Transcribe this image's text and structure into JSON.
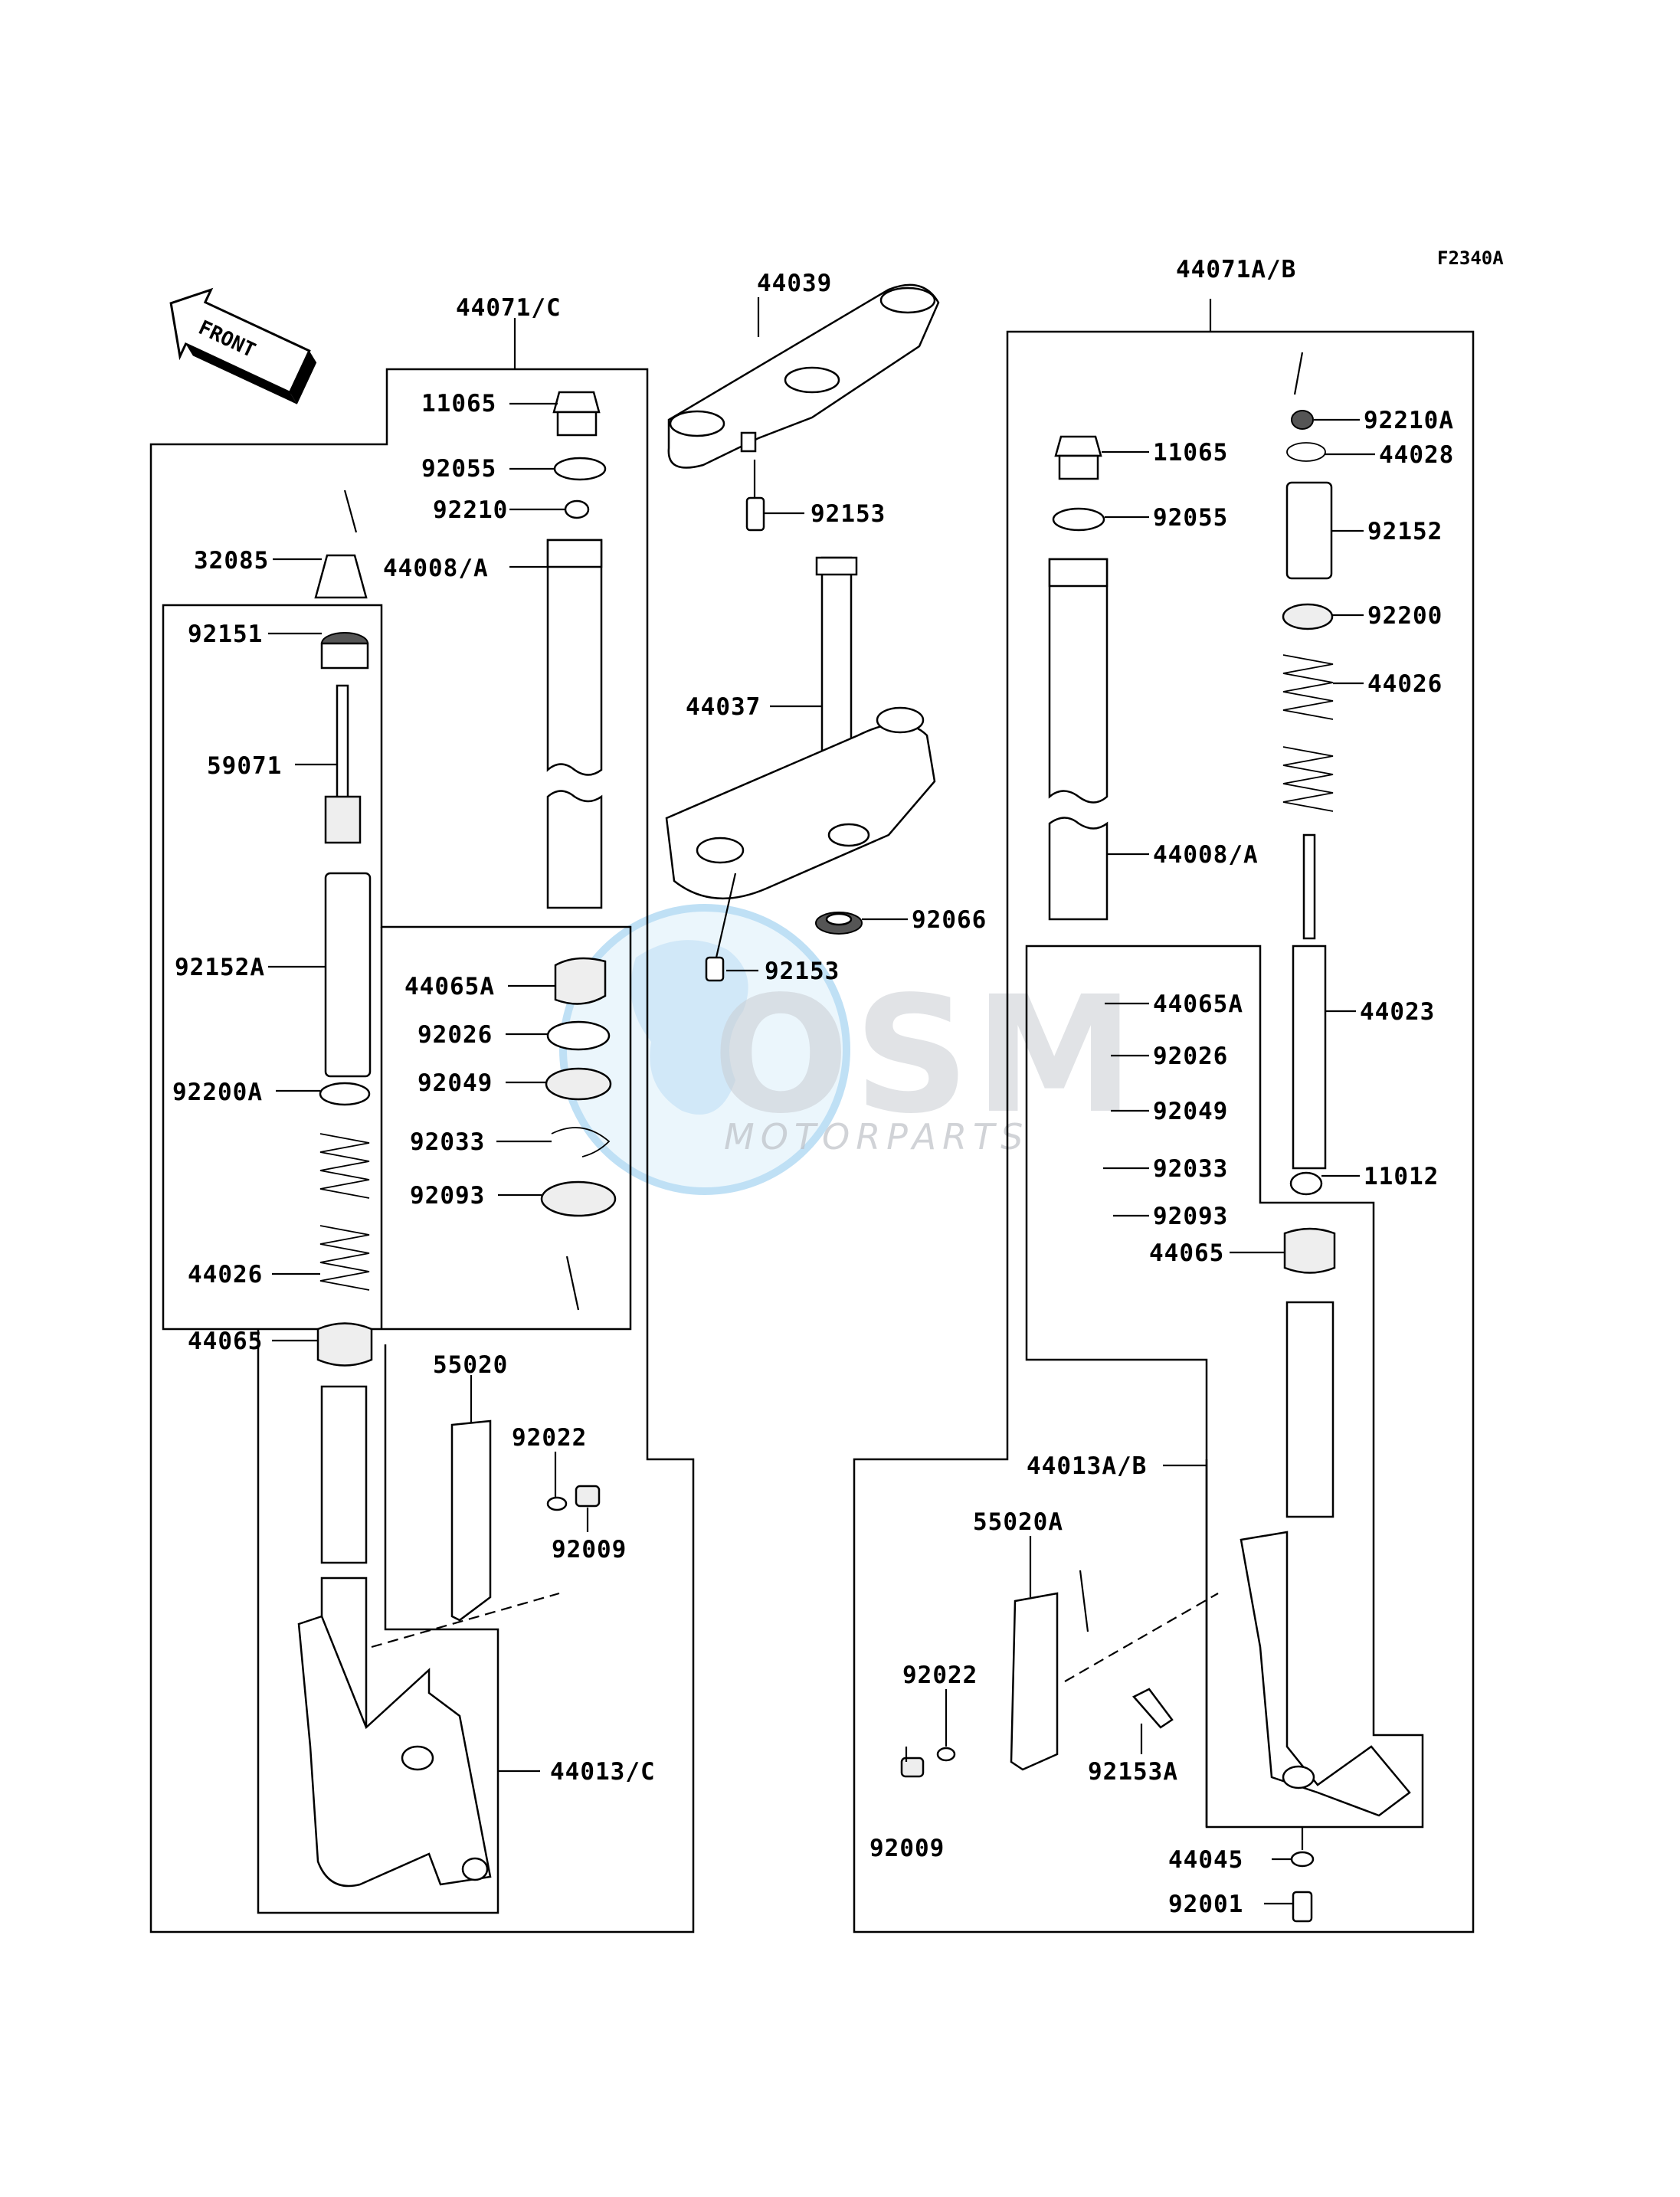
{
  "diagram": {
    "code": "F2340A",
    "front_label": "FRONT",
    "watermark": {
      "logo": "OSM",
      "sub": "MOTORPARTS"
    }
  },
  "labels": {
    "l44071C": "44071/C",
    "l44039": "44039",
    "l44071AB": "44071A/B",
    "l11065L": "11065",
    "l92055L": "92055",
    "l92210": "92210",
    "l32085": "32085",
    "l44008AL": "44008/A",
    "l92151": "92151",
    "l59071": "59071",
    "l92152A": "92152A",
    "l92200A": "92200A",
    "l44026L": "44026",
    "l44065L": "44065",
    "l44065AL": "44065A",
    "l92026L": "92026",
    "l92049L": "92049",
    "l92033L": "92033",
    "l92093L": "92093",
    "l55020": "55020",
    "l92022L": "92022",
    "l92009L": "92009",
    "l44013C": "44013/C",
    "l92153top": "92153",
    "l44037": "44037",
    "l92066": "92066",
    "l92153mid": "92153",
    "l92210A": "92210A",
    "l44028": "44028",
    "l11065R": "11065",
    "l92055R": "92055",
    "l92152": "92152",
    "l92200": "92200",
    "l44026R": "44026",
    "l44008AR": "44008/A",
    "l44023": "44023",
    "l44065AR": "44065A",
    "l92026R": "92026",
    "l92049R": "92049",
    "l92033R": "92033",
    "l11012": "11012",
    "l92093R": "92093",
    "l44065R": "44065",
    "l44013AB": "44013A/B",
    "l55020A": "55020A",
    "l92022R": "92022",
    "l92009R": "92009",
    "l92153A": "92153A",
    "l44045": "44045",
    "l92001": "92001"
  }
}
